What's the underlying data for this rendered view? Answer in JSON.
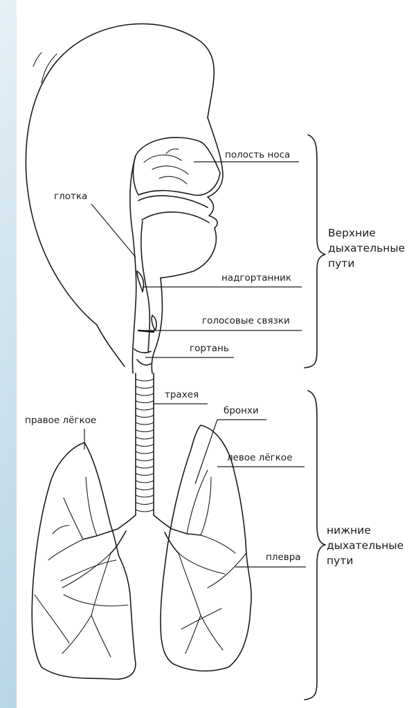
{
  "labels": {
    "nasal_cavity": "полость носа",
    "pharynx": "глотка",
    "epiglottis": "надгортанник",
    "vocal_cords": "голосовые связки",
    "larynx": "гортань",
    "trachea": "трахея",
    "bronchi": "бронхи",
    "right_lung": "правое лёгкое",
    "left_lung": "левое лёгкое",
    "pleura": "плевра"
  },
  "groups": {
    "upper": [
      "Верхние",
      "дыхательные",
      "пути"
    ],
    "lower": [
      "нижние",
      "дыхательные",
      "пути"
    ]
  }
}
